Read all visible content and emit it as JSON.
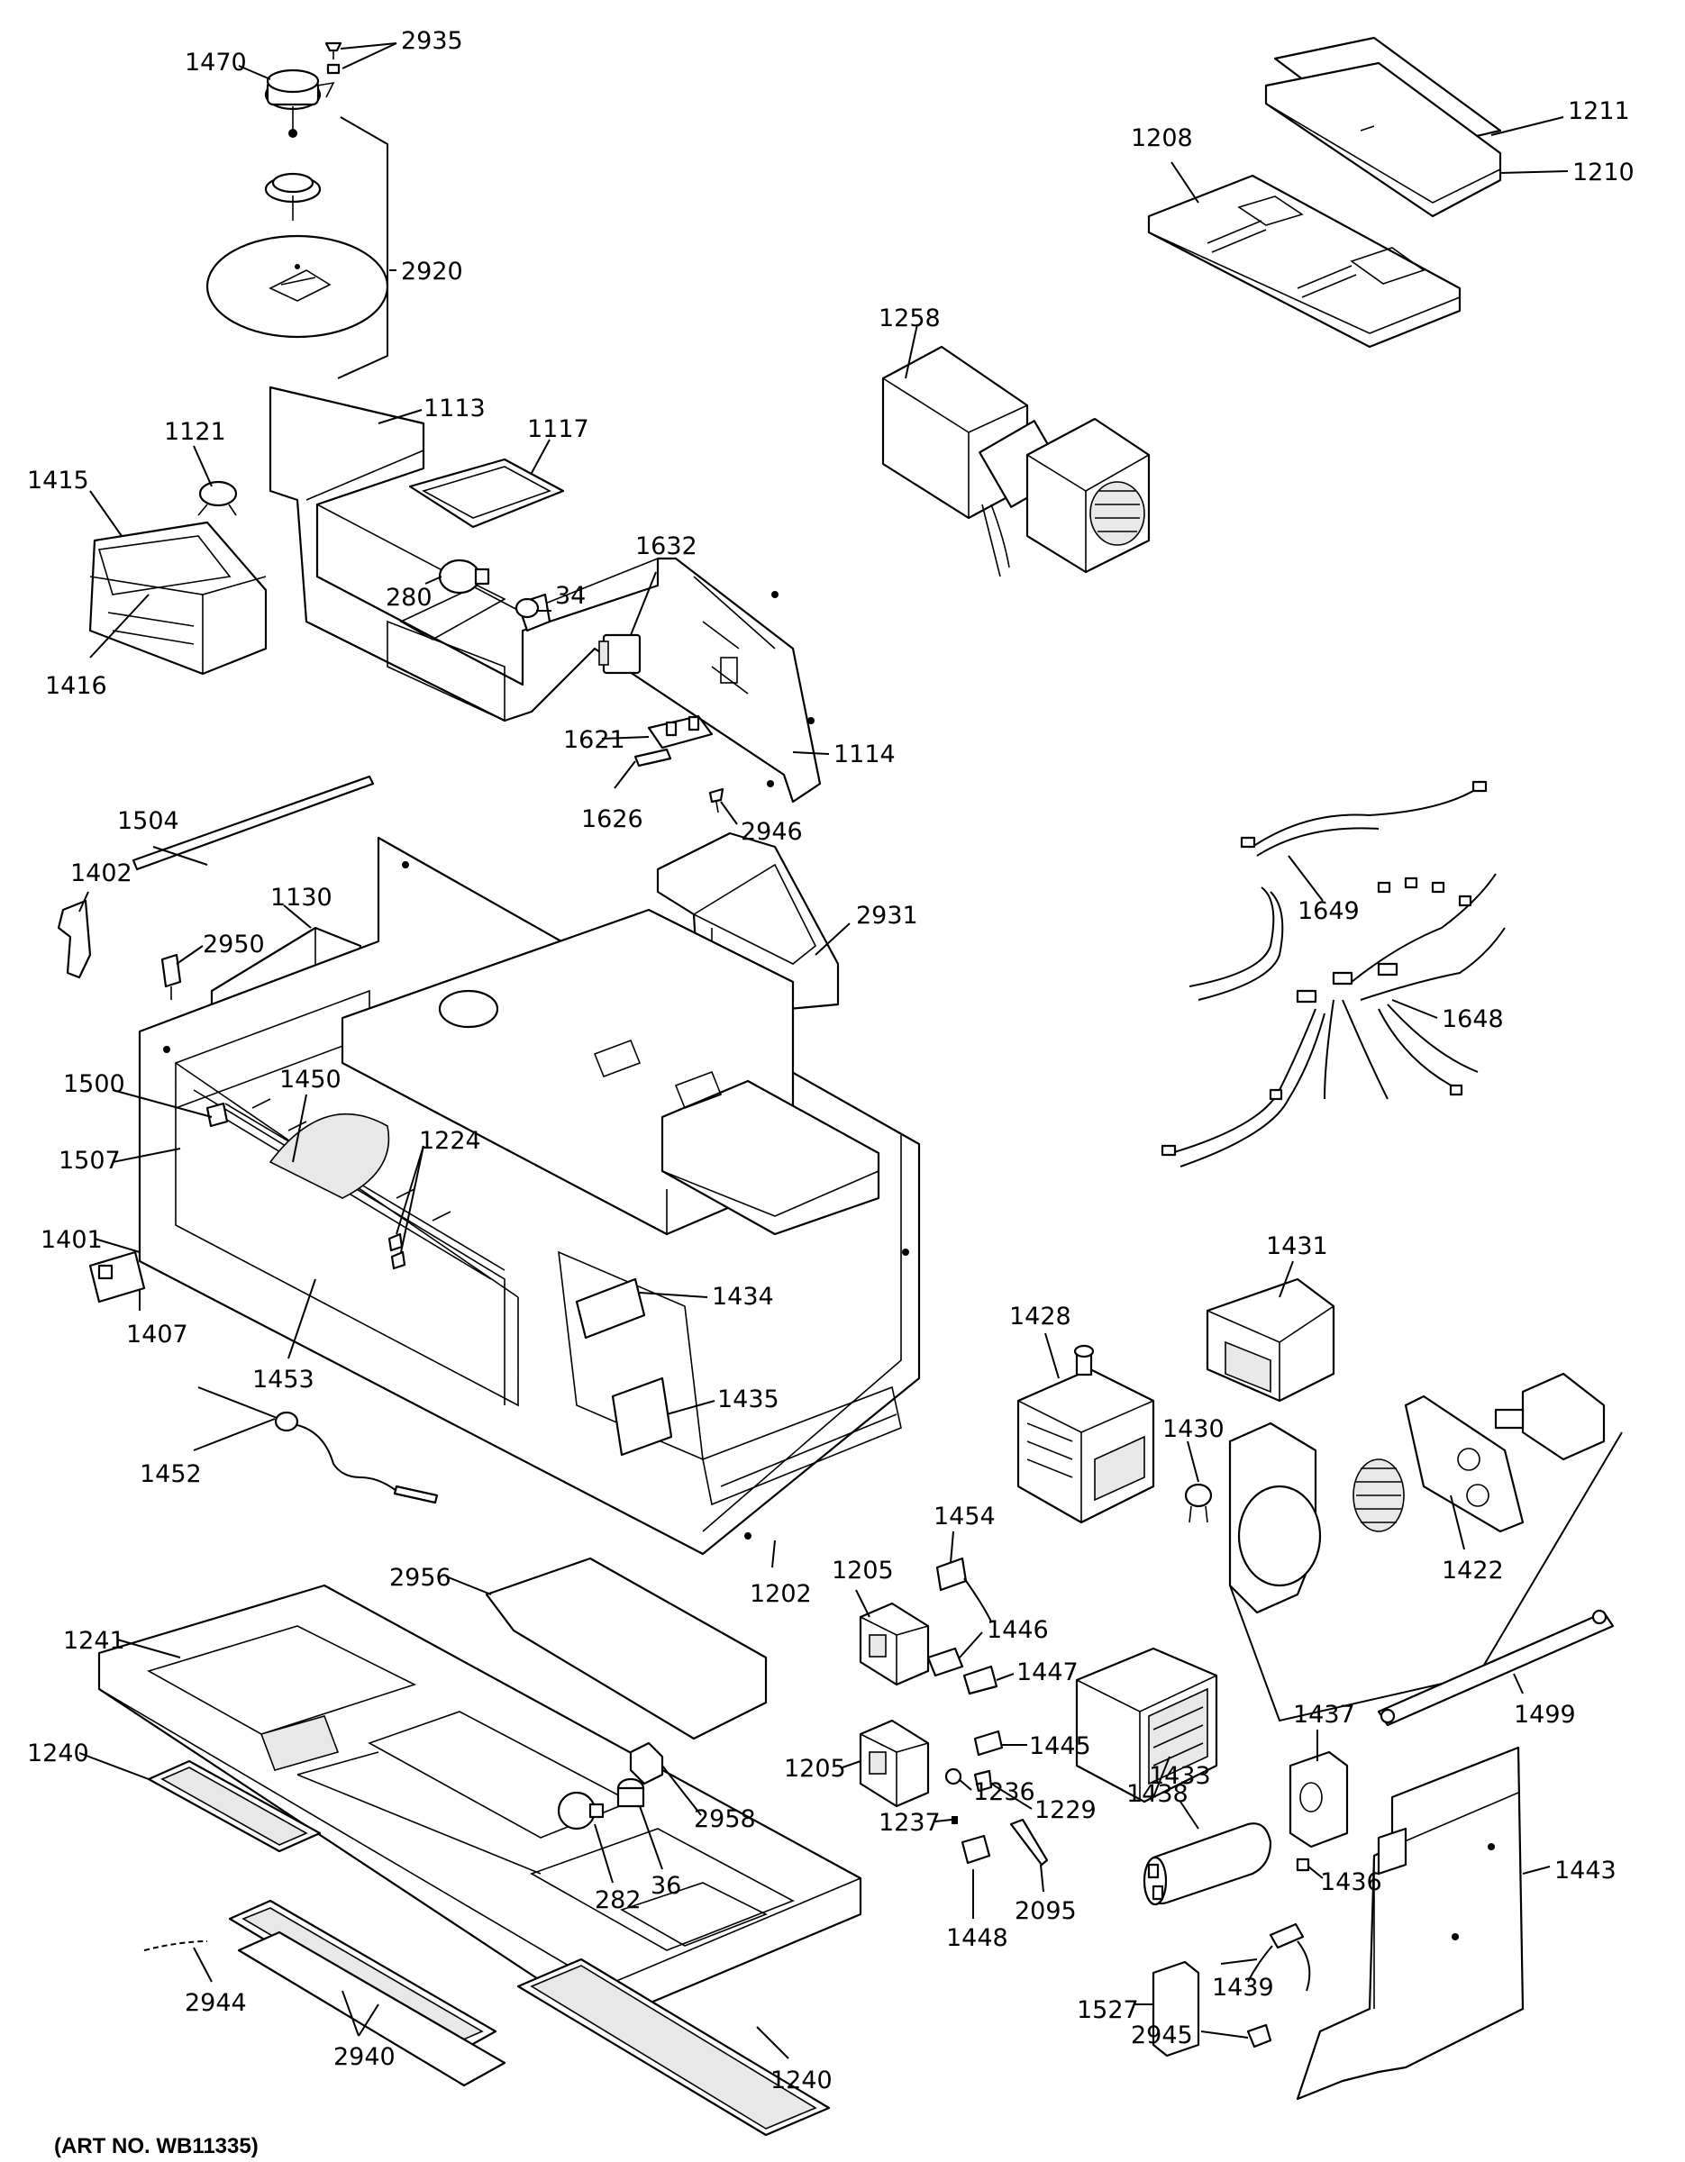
{
  "art_number": "(ART NO. WB11335)",
  "labels": {
    "p1470": "1470",
    "p2935": "2935",
    "p2920": "2920",
    "p1113": "1113",
    "p1117": "1117",
    "p1121": "1121",
    "p1415": "1415",
    "p1416": "1416",
    "p280": "280",
    "p34": "34",
    "p1632": "1632",
    "p1621": "1621",
    "p1626": "1626",
    "p1114": "1114",
    "p2946": "2946",
    "p1211": "1211",
    "p1210": "1210",
    "p1208": "1208",
    "p1258": "1258",
    "p1649": "1649",
    "p1648": "1648",
    "p1504": "1504",
    "p1402": "1402",
    "p1130": "1130",
    "p2950": "2950",
    "p2931": "2931",
    "p1450": "1450",
    "p1500": "1500",
    "p1224": "1224",
    "p1507": "1507",
    "p1401": "1401",
    "p1407": "1407",
    "p1453": "1453",
    "p1434": "1434",
    "p1435": "1435",
    "p1452": "1452",
    "p1202": "1202",
    "p1428": "1428",
    "p1431": "1431",
    "p1430": "1430",
    "p1454": "1454",
    "p1422": "1422",
    "p2956": "2956",
    "p1241": "1241",
    "p1205a": "1205",
    "p1446": "1446",
    "p1447": "1447",
    "p1433": "1433",
    "p1499": "1499",
    "p1205b": "1205",
    "p1445": "1445",
    "p1236": "1236",
    "p1229": "1229",
    "p1237": "1237",
    "p2095": "2095",
    "p2958": "2958",
    "p1240a": "1240",
    "p36": "36",
    "p282": "282",
    "p1437": "1437",
    "p1438": "1438",
    "p1436": "1436",
    "p1443": "1443",
    "p1448": "1448",
    "p1439": "1439",
    "p1527": "1527",
    "p2945": "2945",
    "p2944": "2944",
    "p2940": "2940",
    "p1240b": "1240"
  }
}
